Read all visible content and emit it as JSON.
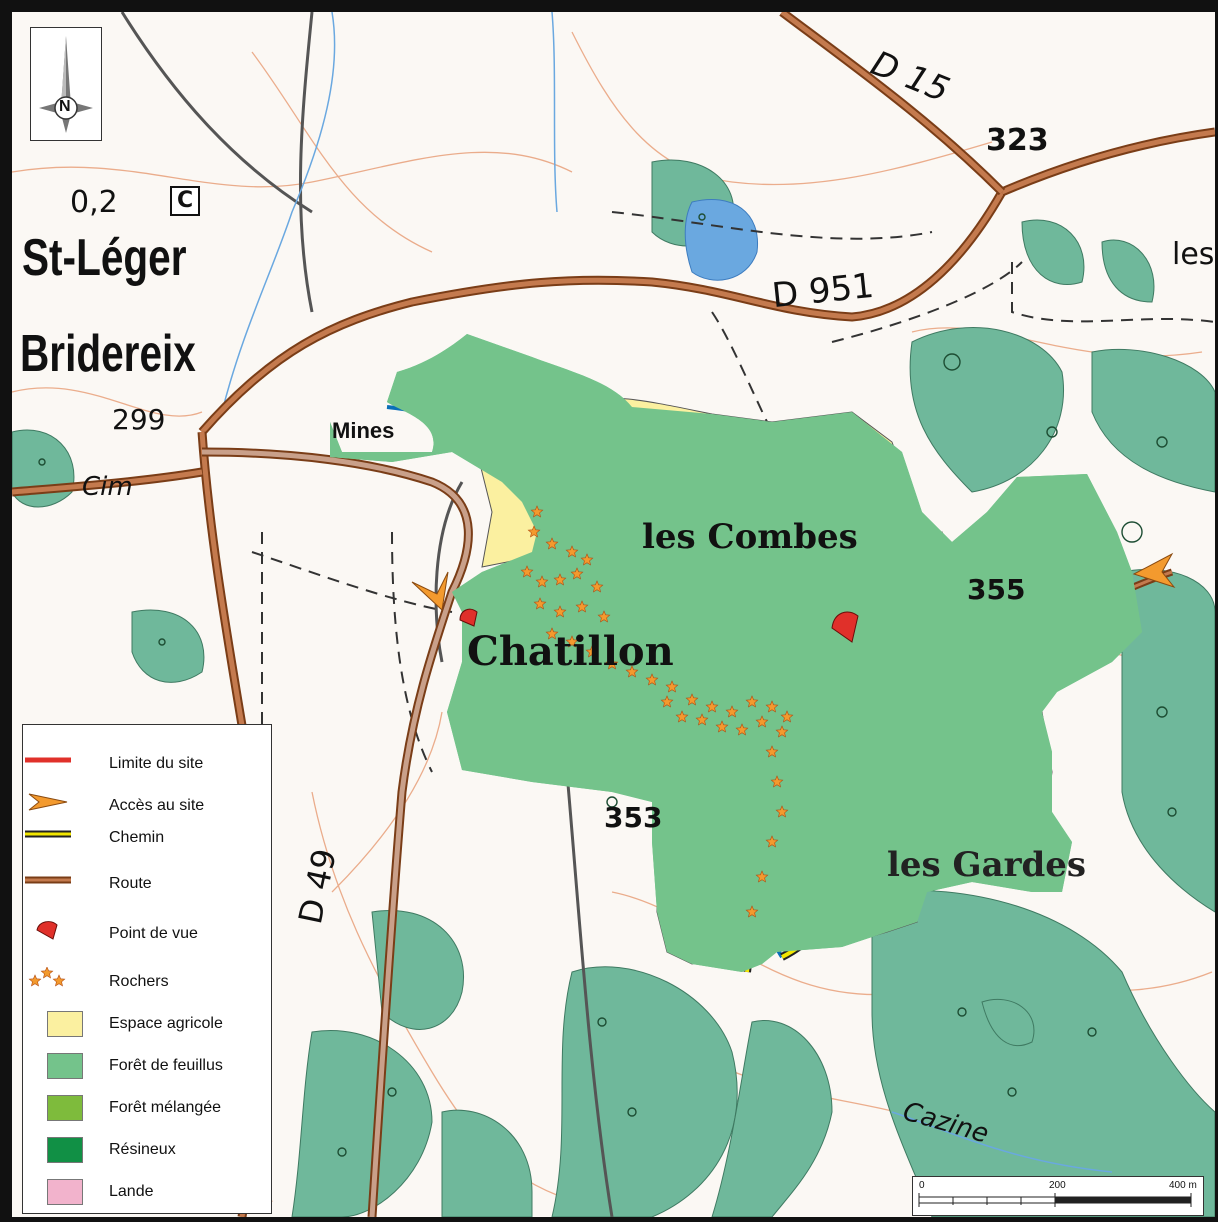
{
  "map": {
    "places": {
      "st_leger": "St-Léger",
      "bridereix": "Bridereix",
      "les_combes": "les Combes",
      "chatillon": "Chatillon",
      "les_gardes": "les Gardes",
      "cazine": "Cazine",
      "mines": "Mines",
      "cim": "Cim",
      "les_edge": "les",
      "spot_02": "0,2",
      "cemetery_c": "C"
    },
    "roads": {
      "d15": "D 15",
      "d951": "D 951",
      "d49": "D 49"
    },
    "elevations": {
      "e323": "323",
      "e299": "299",
      "e355": "355",
      "e353": "353"
    },
    "compass": {
      "north": "N"
    },
    "legend": [
      {
        "icon": "red-line",
        "label": "Limite du site",
        "color": "#e0302a"
      },
      {
        "icon": "orange-arrow",
        "label": "Accès au site",
        "color": "#f39a2e"
      },
      {
        "icon": "yellow-double-line",
        "label": "Chemin",
        "color": "#f2e600"
      },
      {
        "icon": "brown-double-line",
        "label": "Route",
        "color": "#c96a2a"
      },
      {
        "icon": "viewpoint-icon",
        "label": "Point de vue",
        "color": "#e0302a"
      },
      {
        "icon": "stars-icon",
        "label": "Rochers",
        "color": "#f39a2e"
      },
      {
        "icon": "swatch",
        "label": "Espace agricole",
        "color": "#fbf0a0"
      },
      {
        "icon": "swatch",
        "label": "Forêt de feuillus",
        "color": "#74c38b"
      },
      {
        "icon": "swatch",
        "label": "Forêt mélangée",
        "color": "#7ebb3c"
      },
      {
        "icon": "swatch",
        "label": "Résineux",
        "color": "#119045"
      },
      {
        "icon": "swatch",
        "label": "Lande",
        "color": "#f2b3cc"
      }
    ],
    "scale": {
      "zero": "0",
      "mid": "200",
      "end": "400 m"
    }
  }
}
